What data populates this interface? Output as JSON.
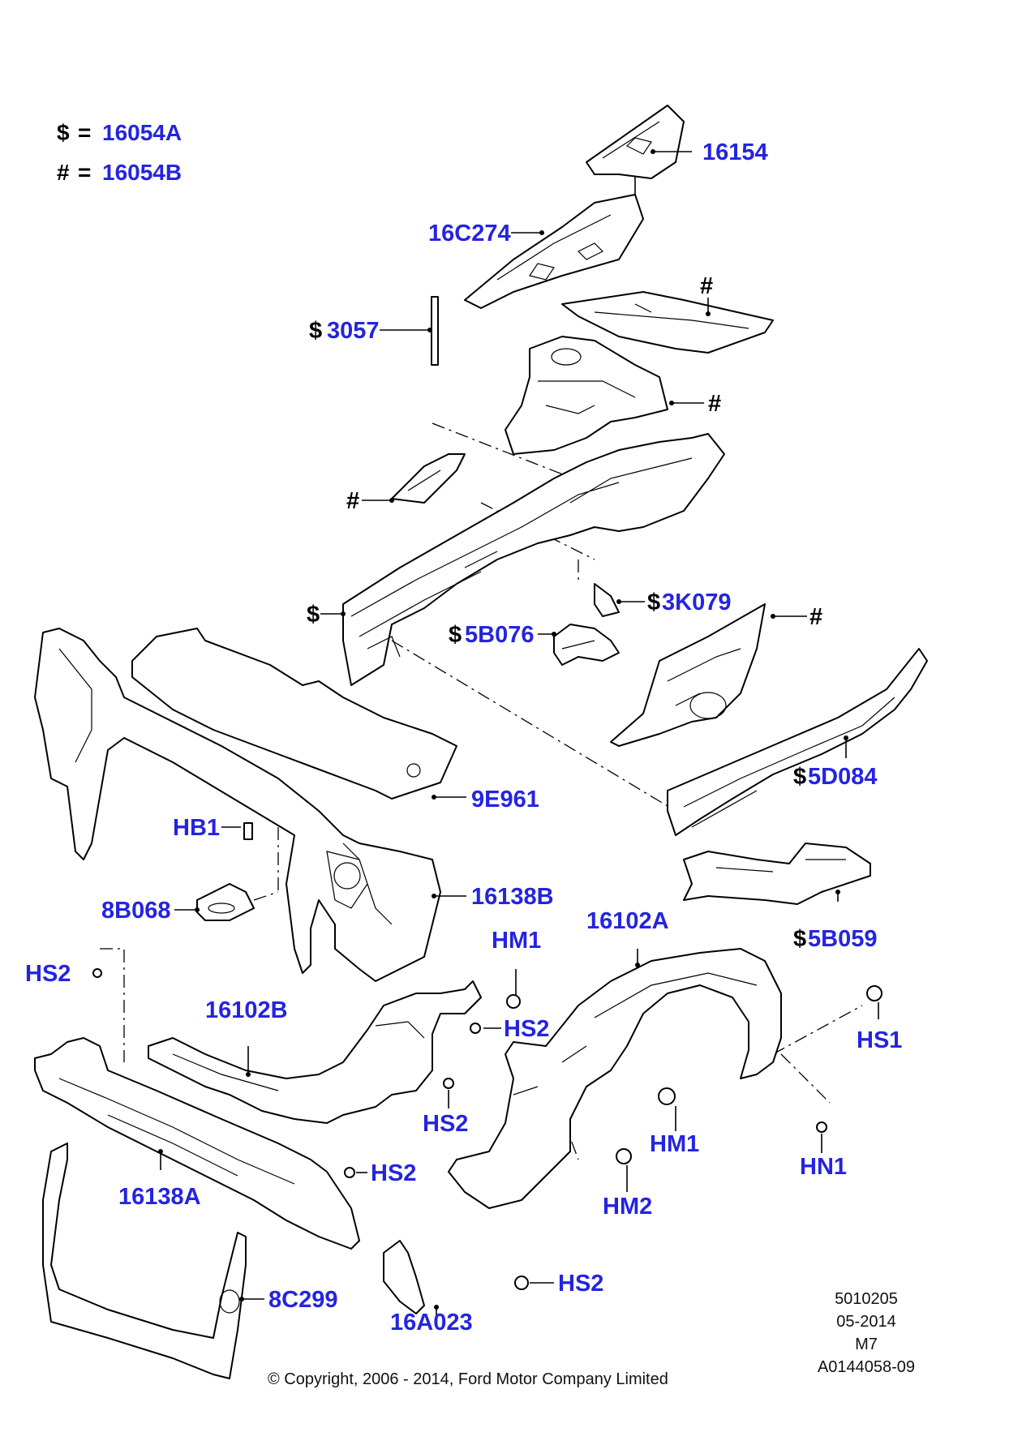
{
  "legend": [
    {
      "symbol": "$",
      "equals": "=",
      "part": "16054A"
    },
    {
      "symbol": "#",
      "equals": "=",
      "part": "16054B"
    }
  ],
  "callouts": {
    "p16154": "16154",
    "p16C274": "16C274",
    "p3057": "3057",
    "hash_top": "#",
    "hash_tower": "#",
    "hash_bracket": "#",
    "dollar_rail": "$",
    "p3K079": "3K079",
    "p5B076": "5B076",
    "hash_apron": "#",
    "p5D084": "5D084",
    "p9E961": "9E961",
    "HB1": "HB1",
    "p16138B": "16138B",
    "p8B068": "8B068",
    "p16102A": "16102A",
    "p5B059": "5B059",
    "HM1_a": "HM1",
    "HS2_a": "HS2",
    "p16102B": "16102B",
    "HS2_b": "HS2",
    "HS2_c": "HS2",
    "HS1": "HS1",
    "HM1_b": "HM1",
    "HN1": "HN1",
    "HM2": "HM2",
    "HS2_d": "HS2",
    "p16138A": "16138A",
    "HS2_e": "HS2",
    "p8C299": "8C299",
    "p16A023": "16A023"
  },
  "symbols": {
    "dollar": "$"
  },
  "meta": {
    "code": "5010205",
    "date": "05-2014",
    "model": "M7",
    "ref": "A0144058-09"
  },
  "copyright": "© Copyright, 2006 - 2014, Ford Motor Company Limited",
  "colors": {
    "label": "#2424e0",
    "line": "#000000"
  }
}
